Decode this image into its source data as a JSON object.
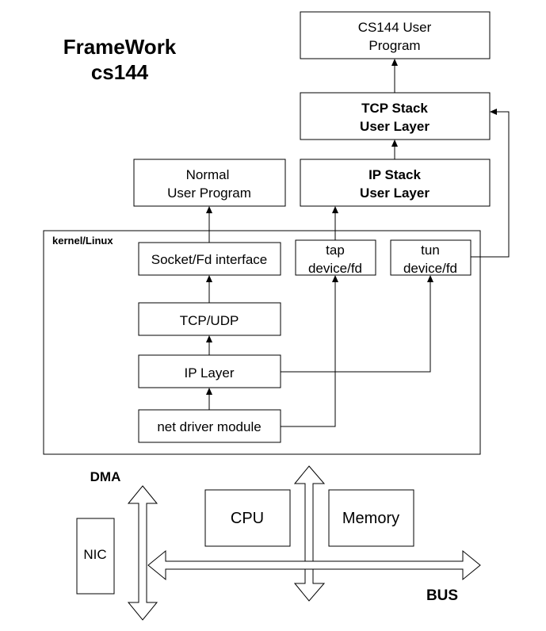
{
  "title": {
    "line1": "FrameWork",
    "line2": "cs144"
  },
  "user_space": {
    "cs144_program": {
      "line1": "CS144 User",
      "line2": "Program"
    },
    "tcp_stack": {
      "line1": "TCP Stack",
      "line2": "User Layer"
    },
    "ip_stack": {
      "line1": "IP Stack",
      "line2": "User Layer"
    },
    "normal_program": {
      "line1": "Normal",
      "line2": "User Program"
    }
  },
  "kernel": {
    "label": "kernel/Linux",
    "socket_interface": "Socket/Fd interface",
    "tap": {
      "line1": "tap",
      "line2": "device/fd"
    },
    "tun": {
      "line1": "tun",
      "line2": "device/fd"
    },
    "tcp_udp": "TCP/UDP",
    "ip_layer": "IP Layer",
    "net_driver": "net driver module"
  },
  "hardware": {
    "dma": "DMA",
    "nic": "NIC",
    "cpu": "CPU",
    "memory": "Memory",
    "bus": "BUS"
  }
}
